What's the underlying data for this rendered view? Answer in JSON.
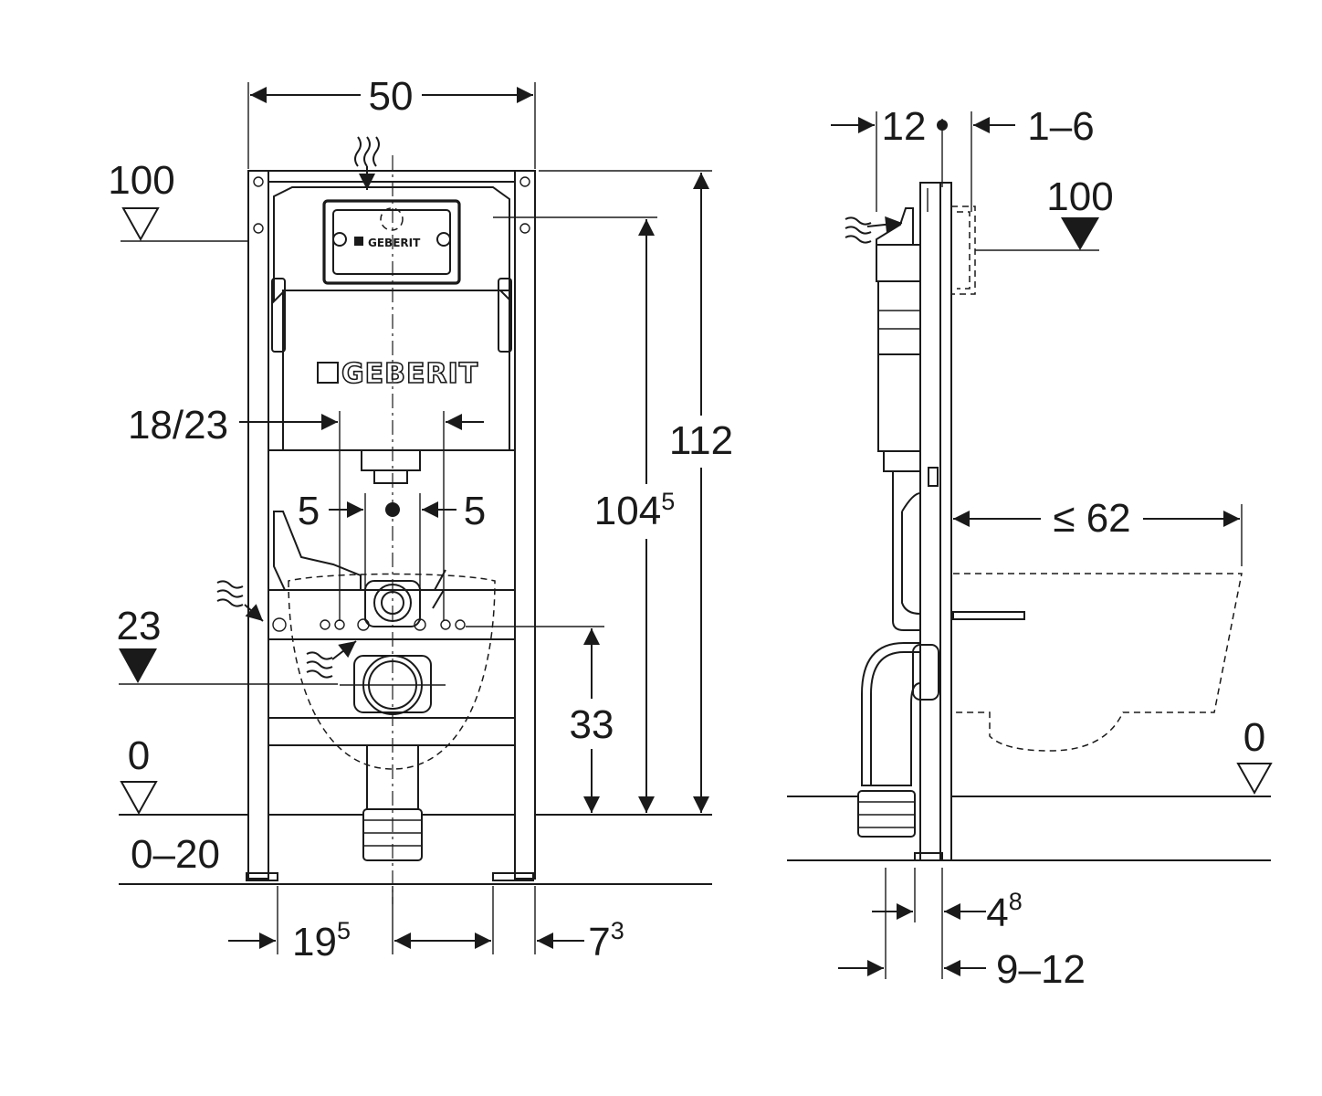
{
  "front_view": {
    "width": "50",
    "level_top": "100",
    "level_mid": "23",
    "level_zero": "0",
    "floor_range": "0–20",
    "drain_spacing": "18/23",
    "offset_left": "5",
    "offset_right": "5",
    "height_total": "112",
    "height_actuator_base": "104",
    "height_actuator_sup": "5",
    "height_waste": "33",
    "foot_left_base": "19",
    "foot_left_sup": "5",
    "foot_right_base": "7",
    "foot_right_sup": "3",
    "brand_large": "GEBERIT",
    "brand_small": "GEBERIT"
  },
  "side_view": {
    "depth_top_left": "12",
    "depth_top_right": "1–6",
    "level_top": "100",
    "level_zero": "0",
    "projection": "≤ 62",
    "bottom_a_base": "4",
    "bottom_a_sup": "8",
    "bottom_b": "9–12"
  },
  "icons": [
    "arrow-icon",
    "water-supply-icon",
    "electrical-supply-icon",
    "level-marker-icon"
  ]
}
